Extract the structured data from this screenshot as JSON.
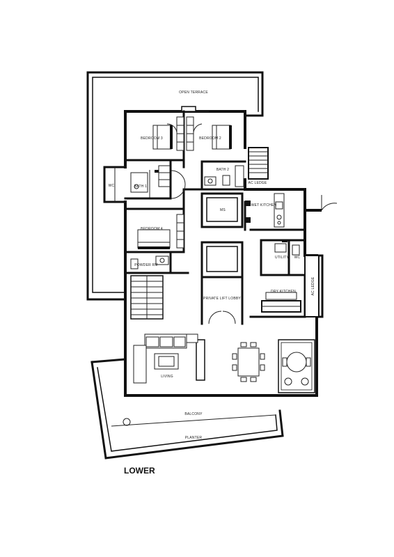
{
  "plan": {
    "level_title": "LOWER",
    "rooms": {
      "open_terrace": "OPEN TERRACE",
      "bedroom_3": "BEDROOM 3",
      "bedroom_2": "BEDROOM 2",
      "bedroom_4": "BEDROOM 4",
      "bath_1": "BATH 1",
      "bath_2": "BATH 2",
      "wc": "WC",
      "ac_ledge_top": "AC LEDGE",
      "ms": "MS",
      "wet_kitchen": "WET KITCHEN",
      "powder_rm": "POWDER RM",
      "private_lift_lobby": "PRIVATE LIFT LOBBY",
      "utility": "UTILITY",
      "wc_2": "WC",
      "dry_kitchen": "DRY KITCHEN",
      "ac_ledge_side": "AC LEDGE",
      "living": "LIVING",
      "balcony": "BALCONY",
      "planter": "PLANTER"
    }
  }
}
